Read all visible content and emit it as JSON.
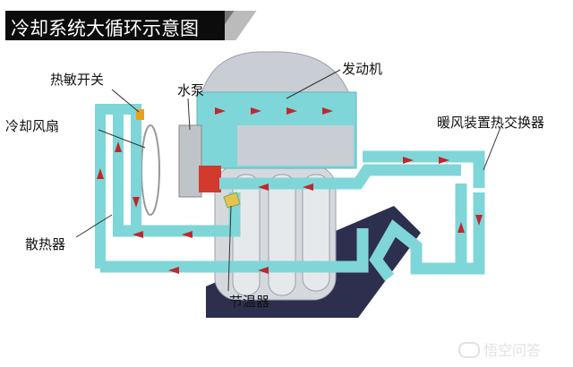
{
  "title": "冷却系统大循环示意图",
  "labels": {
    "thermo_switch": "热敏开关",
    "cooling_fan": "冷却风扇",
    "water_pump": "水泵",
    "engine": "发动机",
    "heater_core": "暖风装置热交换器",
    "radiator": "散热器",
    "thermostat": "节温器"
  },
  "watermark": "悟空问答",
  "colors": {
    "coolant": "#7fd6d8",
    "arrow": "#c0272d",
    "engine": "#b9c0c8",
    "base": "#2d2f4f"
  }
}
